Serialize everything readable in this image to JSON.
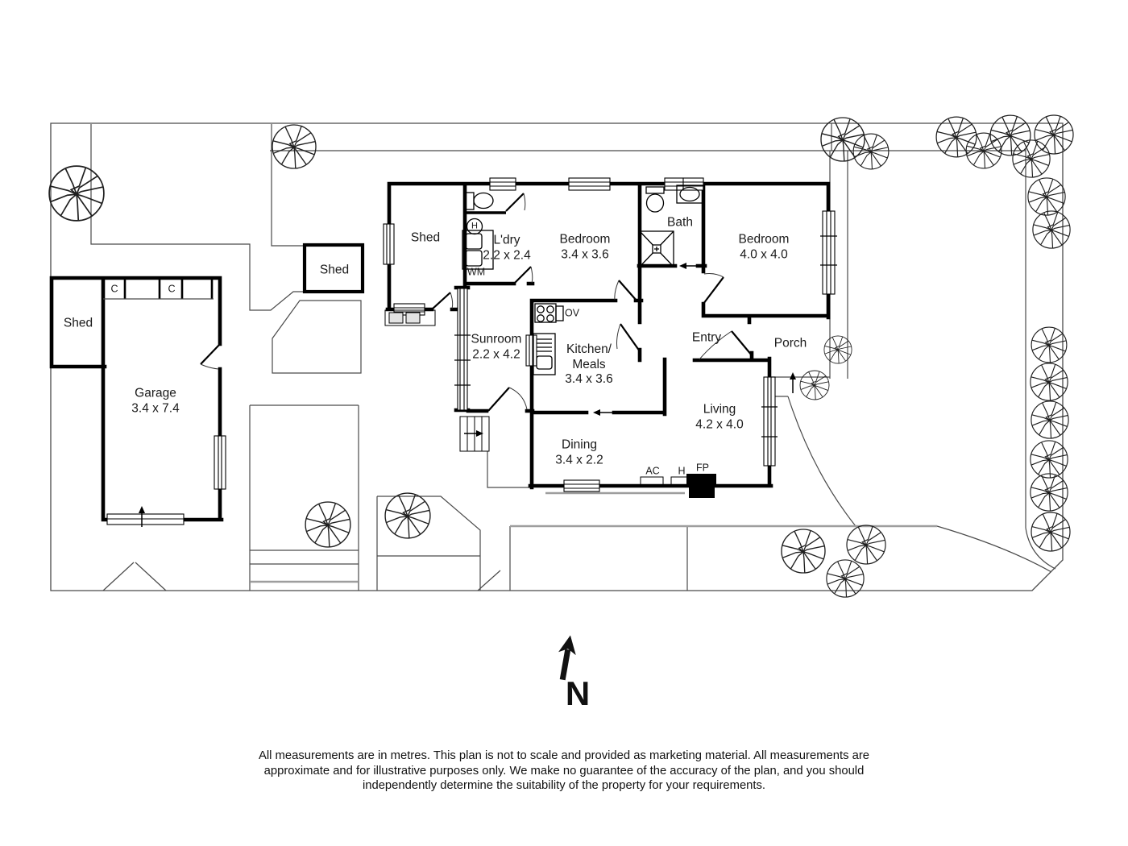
{
  "rooms": {
    "garage": {
      "name": "Garage",
      "dims": "3.4 x 7.4"
    },
    "garage_shed": {
      "name": "Shed"
    },
    "mid_shed": {
      "name": "Shed"
    },
    "attached_shed": {
      "name": "Shed"
    },
    "laundry": {
      "name": "L'dry",
      "dims": "2.2 x 2.4"
    },
    "bedroom1": {
      "name": "Bedroom",
      "dims": "3.4 x 3.6"
    },
    "bath": {
      "name": "Bath"
    },
    "bedroom2": {
      "name": "Bedroom",
      "dims": "4.0 x 4.0"
    },
    "sunroom": {
      "name": "Sunroom",
      "dims": "2.2 x 4.2"
    },
    "kitchen": {
      "name": "Kitchen/",
      "name2": "Meals",
      "dims": "3.4 x 3.6"
    },
    "entry": {
      "name": "Entry"
    },
    "porch": {
      "name": "Porch"
    },
    "living": {
      "name": "Living",
      "dims": "4.2 x 4.0"
    },
    "dining": {
      "name": "Dining",
      "dims": "3.4 x 2.2"
    }
  },
  "labels": {
    "cupboard": "C",
    "washing_machine": "WM",
    "hot_water": "H",
    "oven": "OV",
    "air_conditioner": "AC",
    "heater": "H",
    "fireplace": "FP"
  },
  "compass": {
    "north": "N"
  },
  "disclaimer": {
    "line1": "All measurements are in metres. This plan is not to scale and provided as marketing material. All measurements are",
    "line2": "approximate and for illustrative purposes only. We make no guarantee of the accuracy of the plan, and you should",
    "line3": "independently determine the suitability of the property for your requirements."
  },
  "colors": {
    "wall": "#000000",
    "thin_line": "#4a4a4a",
    "gray_line": "#9e9e9e",
    "step_fill": "#e3e3e3",
    "text": "#1a1a1a"
  }
}
